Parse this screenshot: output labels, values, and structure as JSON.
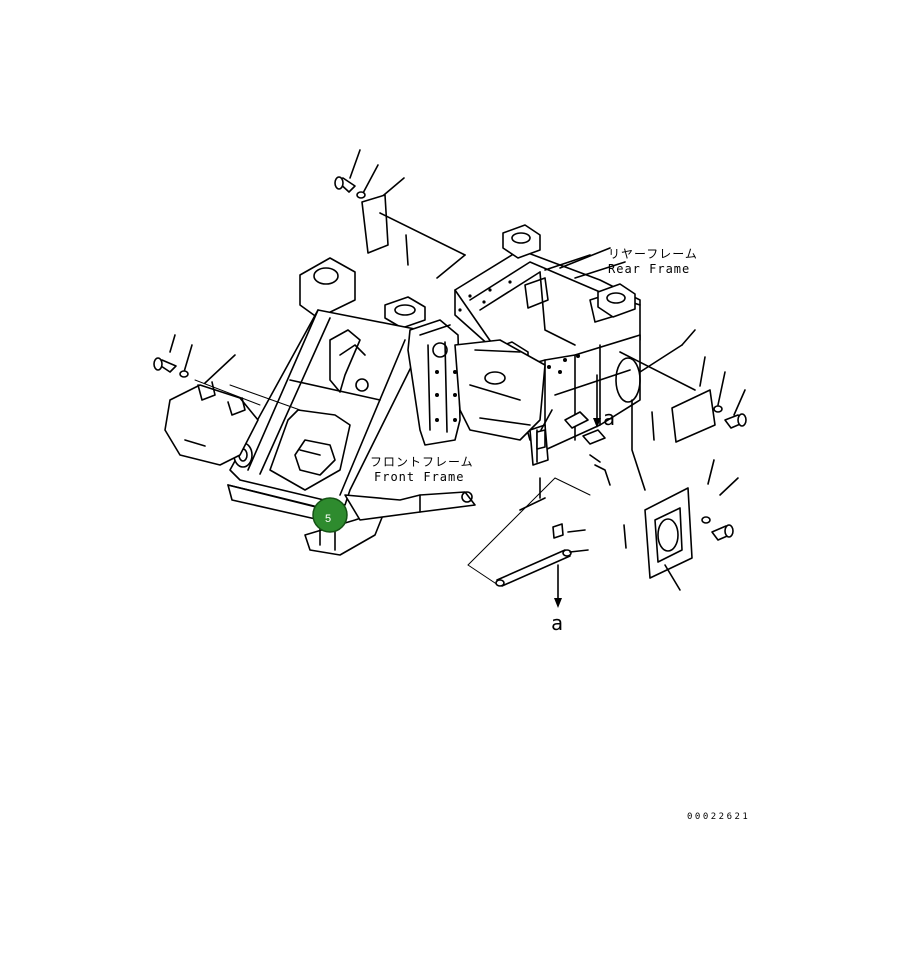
{
  "labels": {
    "rear_frame_jp": "リヤーフレーム",
    "rear_frame_en": "Rear Frame",
    "front_frame_jp": "フロントフレーム",
    "front_frame_en": "Front Frame",
    "ref_a_upper": "a",
    "ref_a_lower": "a",
    "drawing_code": "00022621"
  },
  "callouts": [
    {
      "number": "5"
    }
  ],
  "colors": {
    "line": "#000000",
    "background": "#ffffff",
    "callout_fill": "#2e8b2e",
    "callout_stroke": "#145214"
  }
}
